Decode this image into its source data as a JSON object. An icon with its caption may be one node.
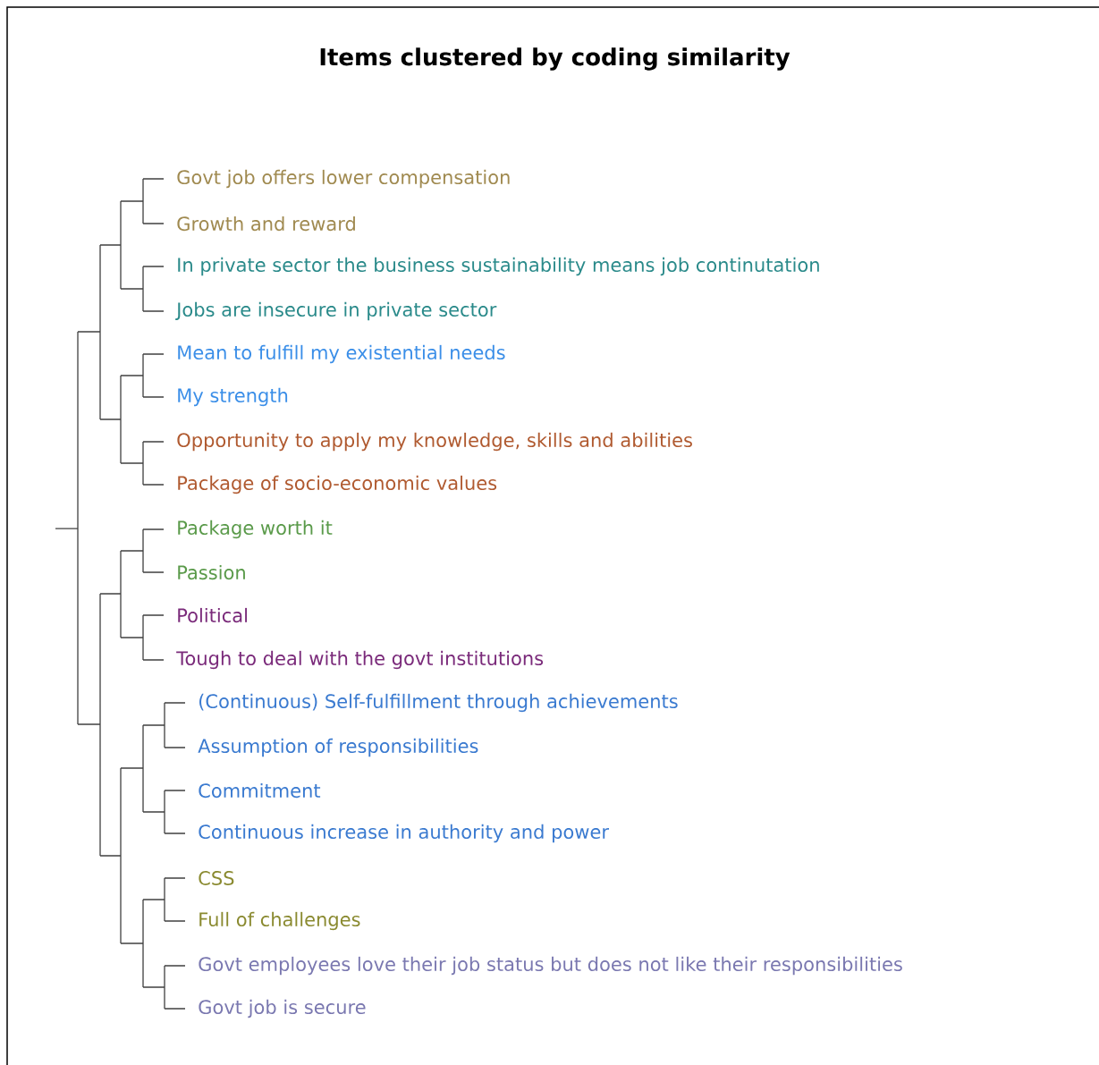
{
  "diagram": {
    "title": "Items clustered by coding similarity",
    "labels": [
      "Govt job offers lower compensation",
      "Growth and reward",
      "In private sector the business sustainability means job continutation",
      "Jobs are insecure in private sector",
      "Mean to fulfill my existential needs",
      "My strength",
      "Opportunity to apply my knowledge, skills and abilities",
      "Package of socio-economic values",
      "Package worth it",
      "Passion",
      "Political",
      "Tough to deal with the govt institutions",
      "(Continuous) Self-fulfillment through achievements",
      "Assumption of responsibilities",
      "Commitment",
      "Continuous increase in authority and power",
      "CSS",
      "Full of challenges",
      "Govt employees love their job status but does not like their responsibilities",
      "Govt job is secure"
    ]
  }
}
